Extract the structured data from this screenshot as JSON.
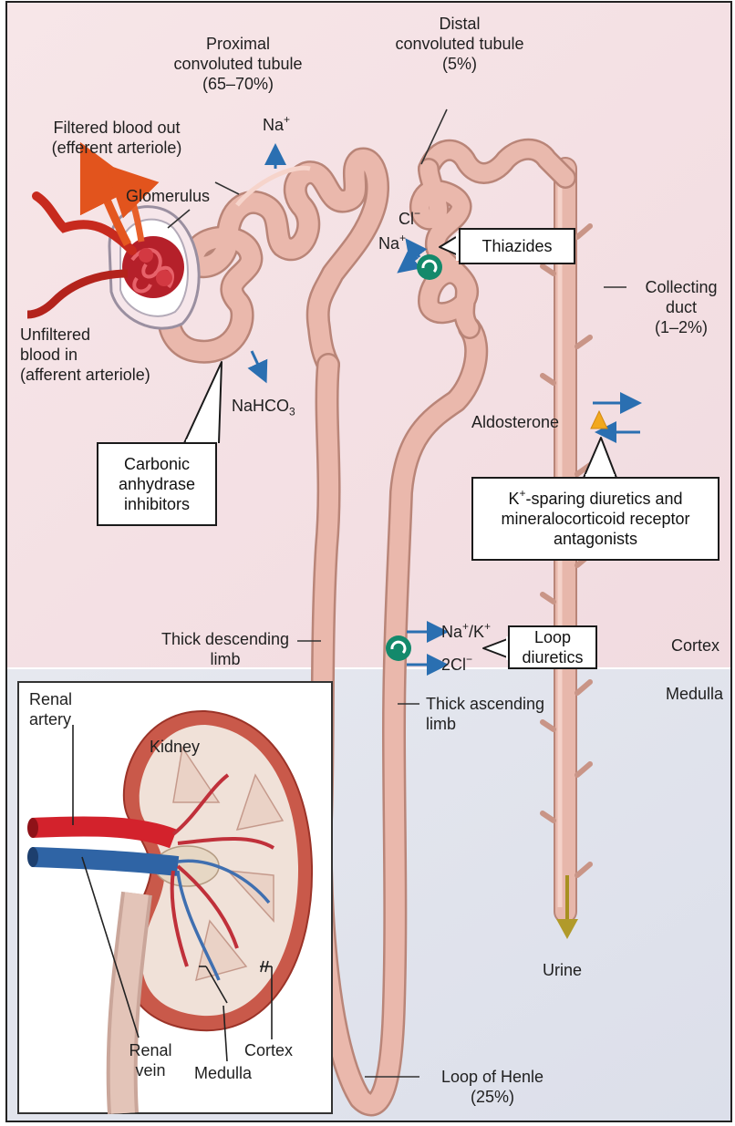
{
  "labels": {
    "proximal_title_1": "Proximal",
    "proximal_title_2": "convoluted tubule",
    "proximal_pct": "(65–70%)",
    "distal_title_1": "Distal",
    "distal_title_2": "convoluted tubule",
    "distal_pct": "(5%)",
    "filtered_1": "Filtered blood out",
    "filtered_2": "(efferent arteriole)",
    "glomerulus": "Glomerulus",
    "na_top": "Na",
    "cl_ion": "Cl",
    "na_distal": "Na",
    "unfiltered_1": "Unfiltered",
    "unfiltered_2": "blood in",
    "unfiltered_3": "(afferent arteriole)",
    "nahco3_a": "NaHCO",
    "nahco3_sub": "3",
    "collecting_1": "Collecting",
    "collecting_2": "duct",
    "collecting_pct": "(1–2%)",
    "aldosterone": "Aldosterone",
    "thick_desc_1": "Thick descending",
    "thick_desc_2": "limb",
    "nak_a": "Na",
    "nak_b": "/K",
    "twocl": "2Cl",
    "cortex_main": "Cortex",
    "medulla_main": "Medulla",
    "thick_asc_1": "Thick ascending",
    "thick_asc_2": "limb",
    "urine": "Urine",
    "loop_henle_1": "Loop of Henle",
    "loop_henle_2": "(25%)",
    "inset_renal_artery_1": "Renal",
    "inset_renal_artery_2": "artery",
    "inset_kidney": "Kidney",
    "inset_renal_vein_1": "Renal",
    "inset_renal_vein_2": "vein",
    "inset_medulla": "Medulla",
    "inset_cortex": "Cortex",
    "plus": "+",
    "minus": "−"
  },
  "callouts": {
    "thiazides": "Thiazides",
    "carbonic_1": "Carbonic",
    "carbonic_2": "anhydrase",
    "carbonic_3": "inhibitors",
    "ksparing_a": "-sparing diuretics and",
    "ksparing_k": "K",
    "ksparing_2": "mineralocorticoid receptor",
    "ksparing_3": "antagonists",
    "loop_1": "Loop",
    "loop_2": "diuretics"
  },
  "colors": {
    "cortex_bg": "#f5e3e6",
    "medulla_bg": "#e3e6ee",
    "tubule": "#e9b9ad",
    "tubule_edge": "#b98578",
    "arrow_blue": "#2a6fb1",
    "transporter_green": "#13896b",
    "aldosterone_orange": "#f2a81d",
    "urine_arrow": "#a89020"
  }
}
